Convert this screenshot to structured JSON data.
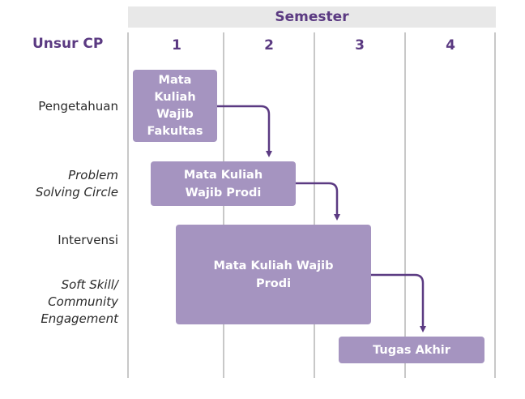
{
  "header": {
    "semester_label": "Semester",
    "unsur_label": "Unsur CP"
  },
  "semesters": [
    "1",
    "2",
    "3",
    "4"
  ],
  "rows": {
    "pengetahuan": "Pengetahuan",
    "problem_1": "Problem",
    "problem_2": "Solving Circle",
    "intervensi": "Intervensi",
    "soft_1": "Soft Skill/",
    "soft_2": "Community",
    "soft_3": "Engagement"
  },
  "blocks": {
    "mk_fakultas": [
      "Mata",
      "Kuliah",
      "Wajib",
      "Fakultas"
    ],
    "mk_prodi_1": [
      "Mata Kuliah",
      "Wajib Prodi"
    ],
    "mk_prodi_2": [
      "Mata Kuliah Wajib",
      "Prodi"
    ],
    "tugas_akhir": "Tugas Akhir"
  },
  "colors": {
    "accent": "#5b3a82",
    "block": "#a594c0",
    "gridline": "#c8c8c8",
    "header_bg": "#e8e8e8"
  }
}
